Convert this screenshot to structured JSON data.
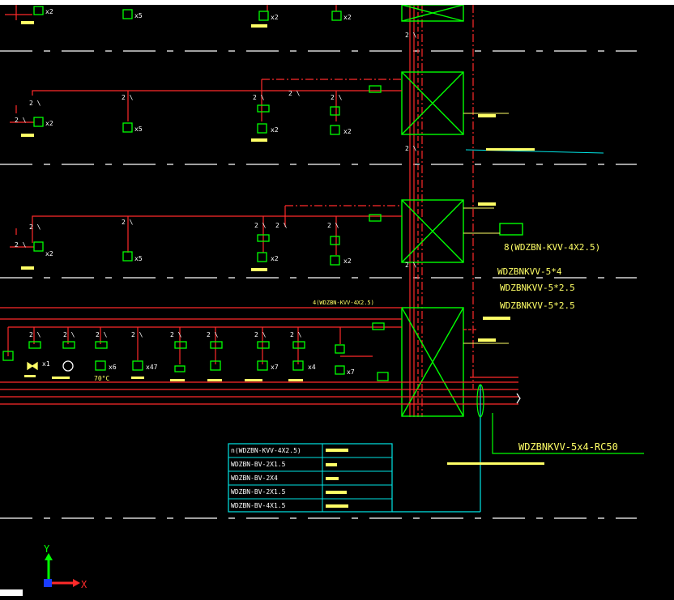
{
  "canvas": {
    "background": "#000000",
    "colors": {
      "wire": "#ff2a2a",
      "equipment": "#00ff00",
      "text": "#ffff66",
      "dash": "#ffffff",
      "table": "#00e5e5"
    }
  },
  "symbols": {
    "x2": "x2",
    "x5": "x5",
    "x1": "x1",
    "x6": "x6",
    "x47": "x47",
    "x7": "x7",
    "x4": "x4",
    "sw": "2 \\",
    "temp": "70°C"
  },
  "cables": {
    "c1": "8(WDZBN-KVV-4X2.5)",
    "c2": "WDZBNKVV-5*4",
    "c3": "WDZBNKVV-5*2.5",
    "c4": "WDZBNKVV-5*2.5",
    "c5": "4(WDZBN-KVV-4X2.5)",
    "main": "WDZBNKVV-5x4-RC50"
  },
  "legend_table": {
    "rows": [
      {
        "cable": "n(WDZBN-KVV-4X2.5)"
      },
      {
        "cable": "WDZBN-BV-2X1.5"
      },
      {
        "cable": "WDZBN-BV-2X4"
      },
      {
        "cable": "WDZBN-BV-2X1.5"
      },
      {
        "cable": "WDZBN-BV-4X1.5"
      }
    ]
  },
  "ucs": {
    "x": "X",
    "y": "Y"
  }
}
